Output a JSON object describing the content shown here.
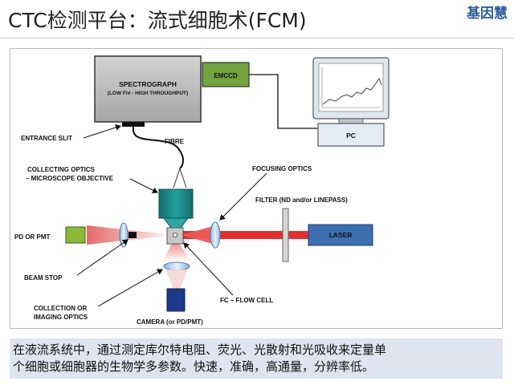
{
  "slide": {
    "title": "CTC检测平台：流式细胞术(FCM)",
    "brand": "基因慧"
  },
  "diagram": {
    "spectrograph_title": "SPECTROGRAPH",
    "spectrograph_sub": "(LOW F/# - HIGH THROUGHPUT)",
    "emccd": "EMCCD",
    "pc": "PC",
    "entrance_slit": "ENTRANCE SLIT",
    "fibre": "FIBRE",
    "collecting_optics_1": "COLLECTING OPTICS",
    "collecting_optics_2": "– MICROSCOPE OBJECTIVE",
    "focusing_optics": "FOCUSING OPTICS",
    "filter": "FILTER (ND and/or LINEPASS)",
    "laser": "LASER",
    "pd_pmt": "PD OR PMT",
    "beam_stop": "BEAM STOP",
    "collection_1": "COLLECTION OR",
    "collection_2": "IMAGING OPTICS",
    "fc": "FC – FLOW CELL",
    "camera": "CAMERA (or PD/PMT)"
  },
  "caption": {
    "line1": "在液流系统中，通过测定库尔特电阻、荧光、光散射和光吸收来定量单",
    "line2": "个细胞或细胞器的生物学多参数。快速，准确，高通量，分辨率低。"
  },
  "colors": {
    "spectrograph": "#bdbdbd",
    "emccd": "#72a33e",
    "laser_box": "#3d6fb3",
    "beam": "#e03030",
    "beam_light": "#f2a7a7",
    "objective": "#1d8a8a",
    "pd": "#8cb83a",
    "camera": "#1e3a8c",
    "lens": "#b7d3ec",
    "monitor": "#e4edf7",
    "caption_bg": "#e0e4f0"
  }
}
